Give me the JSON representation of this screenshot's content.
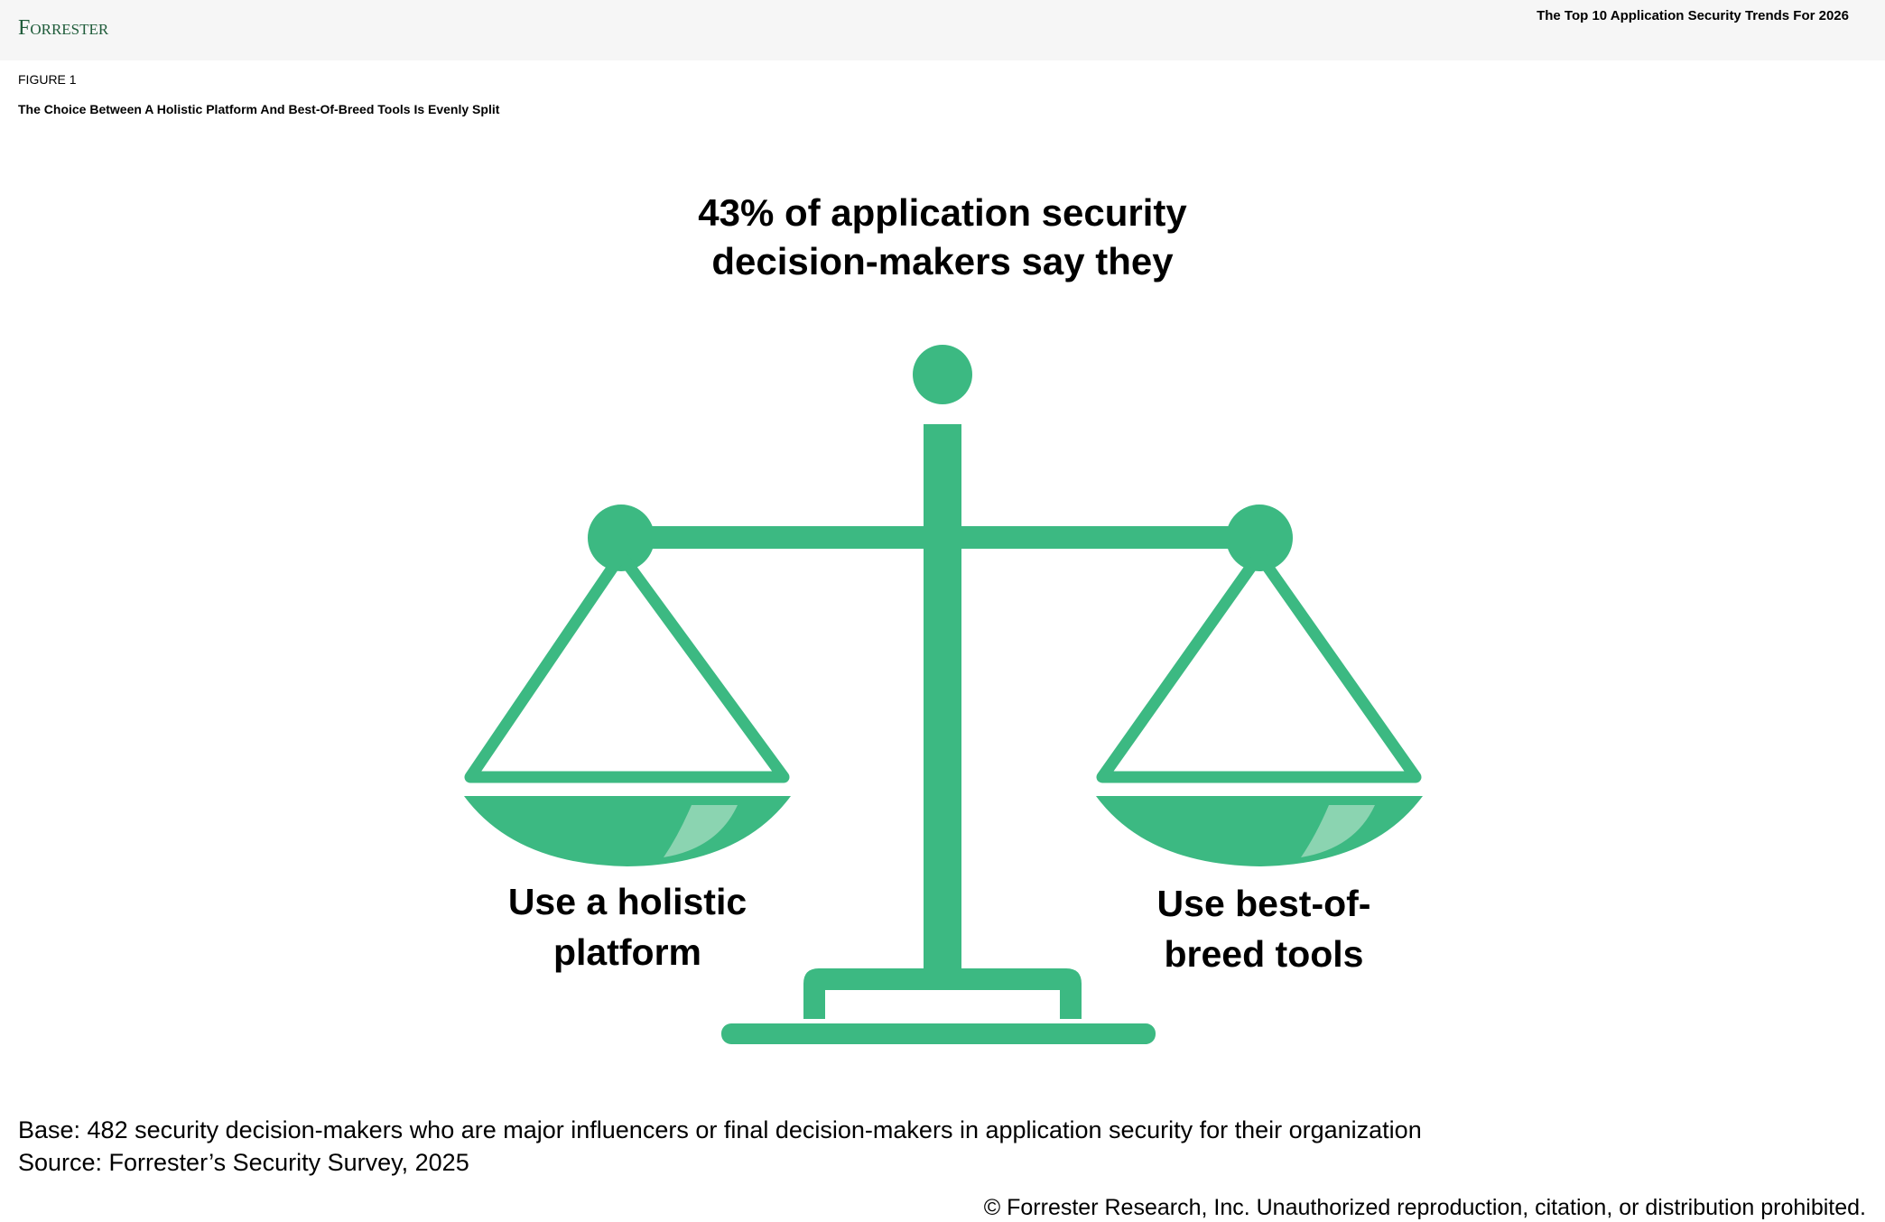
{
  "header": {
    "logo": "Forrester",
    "report_title": "The Top 10 Application Security Trends For 2026"
  },
  "figure": {
    "label": "FIGURE 1",
    "title": "The Choice Between A Holistic Platform And Best-Of-Breed Tools Is Evenly Split"
  },
  "infographic": {
    "headline_line1": "43% of application security",
    "headline_line2": "decision-makers say they",
    "percent": 43,
    "left_label_line1": "Use a holistic",
    "left_label_line2": "platform",
    "right_label_line1": "Use best-of-",
    "right_label_line2": "breed tools",
    "accent_color": "#3cb982",
    "highlight_color": "#8bd4b1"
  },
  "footer": {
    "base": "Base: 482 security decision-makers who are major influencers or final decision-makers in application security for their organization",
    "source": "Source: Forrester’s Security Survey, 2025",
    "copyright": "© Forrester Research, Inc. Unauthorized reproduction, citation, or distribution prohibited."
  }
}
